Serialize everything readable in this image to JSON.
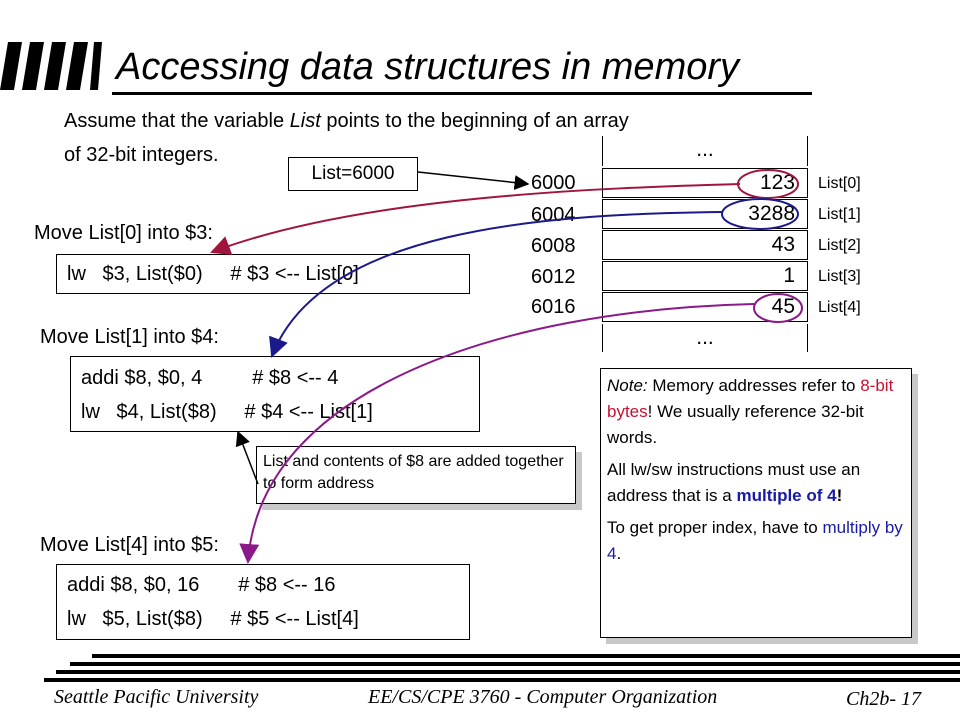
{
  "title": "Accessing data structures in memory",
  "intro": {
    "line1_pre": "Assume that the variable ",
    "line1_var": "List",
    "line1_post": " points to the beginning of an array",
    "line2": "of 32-bit integers."
  },
  "list_pointer": "List=6000",
  "memory": {
    "ellipsis_top": "...",
    "ellipsis_bottom": "...",
    "rows": [
      {
        "address": "6000",
        "value": "123",
        "index": "List[0]"
      },
      {
        "address": "6004",
        "value": "3288",
        "index": "List[1]"
      },
      {
        "address": "6008",
        "value": "43",
        "index": "List[2]"
      },
      {
        "address": "6012",
        "value": "1",
        "index": "List[3]"
      },
      {
        "address": "6016",
        "value": "45",
        "index": "List[4]"
      }
    ]
  },
  "sections": [
    {
      "label": "Move List[0] into $3:",
      "lines": [
        "lw   $3, List($0)     # $3 <-- List[0]"
      ]
    },
    {
      "label": "Move List[1] into $4:",
      "lines": [
        "addi $8, $0, 4         # $8 <-- 4",
        "lw   $4, List($8)     # $4 <-- List[1]"
      ]
    },
    {
      "label": "Move List[4] into $5:",
      "lines": [
        "addi $8, $0, 16       # $8 <-- 16",
        "lw   $5, List($8)     # $5 <-- List[4]"
      ]
    }
  ],
  "callout": "List and contents of $8 are added together to form address",
  "note": {
    "p1_label": "Note:",
    "p1_a": " Memory addresses refer to ",
    "p1_red": "8-bit bytes",
    "p1_b": "!  We usually reference 32-bit words.",
    "p2_a": "All lw/sw instructions must use an address that is a ",
    "p2_blue": "multiple of 4",
    "p2_b": "!",
    "p3_a": "To get proper index, have to ",
    "p3_blue": "multiply by 4",
    "p3_b": "."
  },
  "footer": {
    "left": "Seattle Pacific University",
    "center": "EE/CS/CPE 3760 - Computer Organization",
    "right": "Ch2b- 17"
  },
  "colors": {
    "red_arrow": "#a0153e",
    "blue_arrow": "#1a1a8c",
    "purple_arrow": "#8a1a8a",
    "red_text": "#c8102e",
    "blue_text": "#1a1aa6"
  }
}
